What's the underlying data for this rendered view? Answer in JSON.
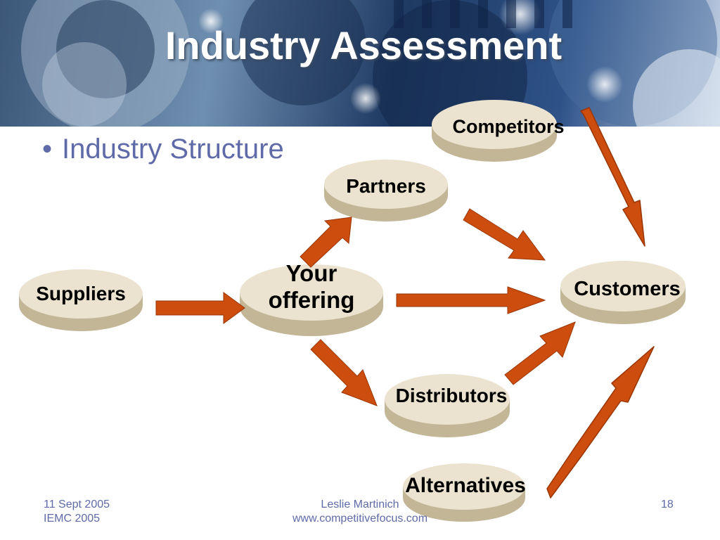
{
  "slide": {
    "title": "Industry Assessment",
    "bullet": "Industry Structure",
    "bullet_marker": "•"
  },
  "diagram": {
    "nodes": {
      "competitors": "Competitors",
      "partners": "Partners",
      "suppliers": "Suppliers",
      "your_offering_line1": "Your",
      "your_offering_line2": "offering",
      "customers": "Customers",
      "distributors": "Distributors",
      "alternatives": "Alternatives"
    },
    "colors": {
      "disk_top": "#ebe3cf",
      "disk_side": "#c2b697",
      "arrow_fill": "#cc4d0d",
      "arrow_stroke": "#9a3606"
    }
  },
  "footer": {
    "date": "11 Sept 2005",
    "event": "IEMC 2005",
    "author": "Leslie Martinich",
    "website": "www.competitivefocus.com",
    "page_number": "18"
  }
}
